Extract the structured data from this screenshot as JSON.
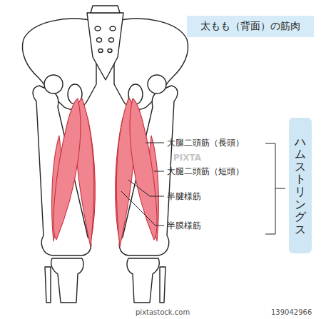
{
  "diagram": {
    "title": "太もも（背面）の筋肉",
    "nodes": [
      {
        "text": [
          "ハムストリングス"
        ]
      }
    ],
    "labels": [
      "大腿二頭筋（長頭）",
      "大腿二頭筋（短頭）",
      "半腱様筋",
      "半膜様筋",
      "PIXTA",
      "pixtastock.com",
      "139042966"
    ]
  }
}
